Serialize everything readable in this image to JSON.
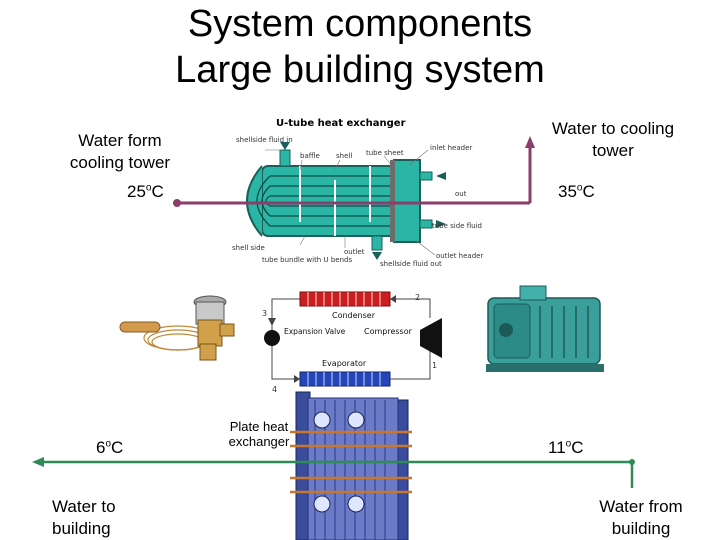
{
  "title": {
    "line1": "System components",
    "line2": "Large building system"
  },
  "top_loop": {
    "left_label": "Water form cooling tower",
    "left_temp": "25",
    "right_label": "Water to cooling tower",
    "right_temp": "35",
    "degree_mark": "o",
    "unit": "C",
    "line_color": "#8b3d6b"
  },
  "bottom_loop": {
    "left_label": "Water to building",
    "left_temp": "6",
    "right_label": "Water from building",
    "right_temp": "11",
    "degree_mark": "o",
    "unit": "C",
    "line_color": "#2e8b57"
  },
  "u_tube": {
    "heading": "U-tube heat exchanger",
    "labels": {
      "shell_side_fluid_in": "shellside fluid in",
      "baffle": "baffle",
      "shell": "shell",
      "tube_sheet": "tube sheet",
      "inlet_header": "inlet header",
      "out": "out",
      "tube_side_fluid": "tube side fluid",
      "shell_side": "shell side",
      "tube_bundle": "tube bundle with U bends",
      "outlet": "outlet",
      "shell_side_fluid_out": "shellside fluid out",
      "outlet_header": "outlet header"
    }
  },
  "refrigeration_cycle": {
    "condenser": "Condenser",
    "expansion_valve": "Expansion Valve",
    "compressor": "Compressor",
    "evaporator": "Evaporator",
    "points": [
      "1",
      "2",
      "3",
      "4"
    ]
  },
  "plate_hx": {
    "label": "Plate heat exchanger"
  }
}
